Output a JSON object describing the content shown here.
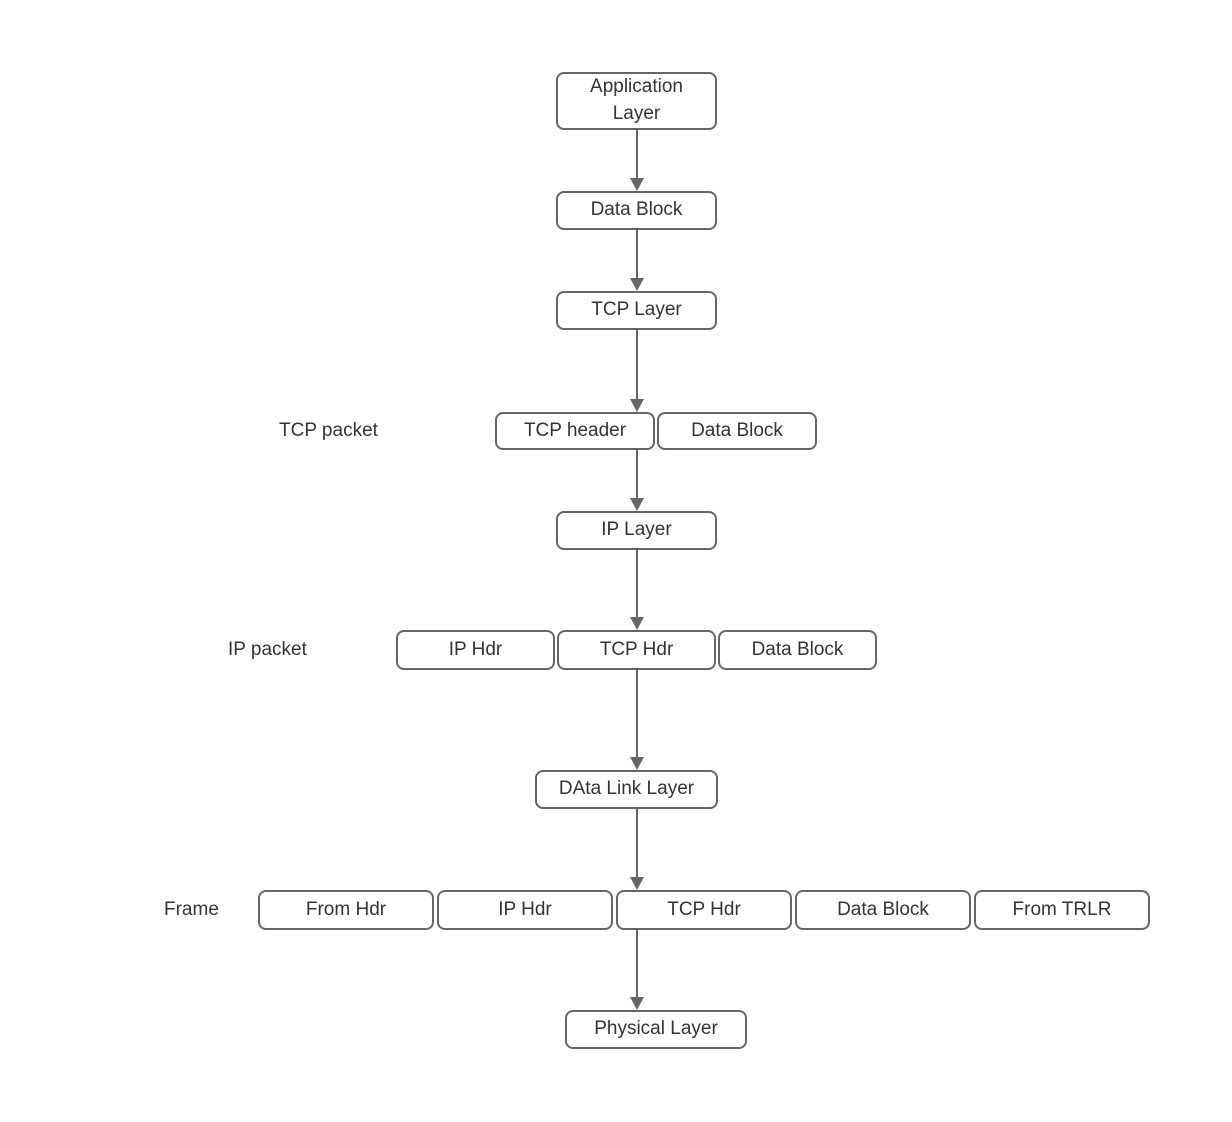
{
  "diagram": {
    "description": "TCP/IP protocol data encapsulation flow diagram",
    "nodes": [
      {
        "id": "application-layer",
        "label": "Application\nLayer"
      },
      {
        "id": "data-block",
        "label": "Data Block"
      },
      {
        "id": "tcp-layer",
        "label": "TCP Layer"
      },
      {
        "id": "ip-layer",
        "label": "IP Layer"
      },
      {
        "id": "data-link-layer",
        "label": "DAta Link Layer"
      },
      {
        "id": "physical-layer",
        "label": "Physical Layer"
      }
    ],
    "rows": [
      {
        "id": "tcp-packet-row",
        "label": "TCP packet",
        "cells": [
          "TCP header",
          "Data Block"
        ]
      },
      {
        "id": "ip-packet-row",
        "label": "IP packet",
        "cells": [
          "IP Hdr",
          "TCP Hdr",
          "Data Block"
        ]
      },
      {
        "id": "frame-row",
        "label": "Frame",
        "cells": [
          "From Hdr",
          "IP Hdr",
          "TCP Hdr",
          "Data Block",
          "From TRLR"
        ]
      }
    ],
    "colors": {
      "border": "#666666",
      "arrow": "#666666",
      "text": "#343434",
      "background": "#ffffff"
    }
  }
}
